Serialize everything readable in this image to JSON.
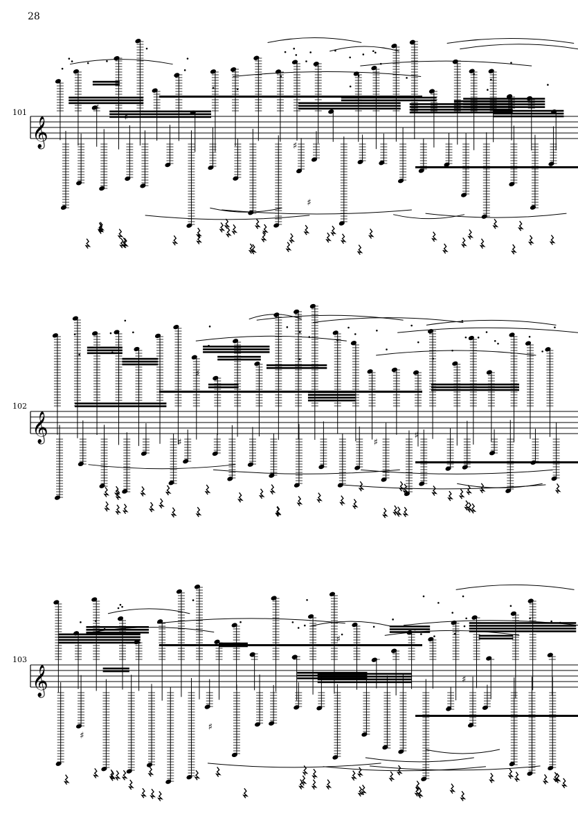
{
  "page": {
    "number": "28"
  },
  "systems": [
    {
      "measure": "101"
    },
    {
      "measure": "102"
    },
    {
      "measure": "103"
    }
  ],
  "style": {
    "ink": "#000000",
    "paper": "#ffffff"
  }
}
